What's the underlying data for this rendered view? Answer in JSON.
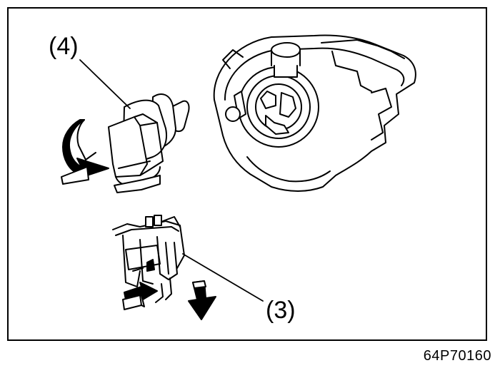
{
  "diagram": {
    "callouts": {
      "bulb": "(4)",
      "connector": "(3)"
    },
    "figure_code": "64P70160"
  },
  "icons": [
    "rotate-arrow-icon",
    "down-arrow-icon",
    "press-arrow-icon"
  ],
  "colors": {
    "line": "#000000",
    "background": "#ffffff"
  }
}
